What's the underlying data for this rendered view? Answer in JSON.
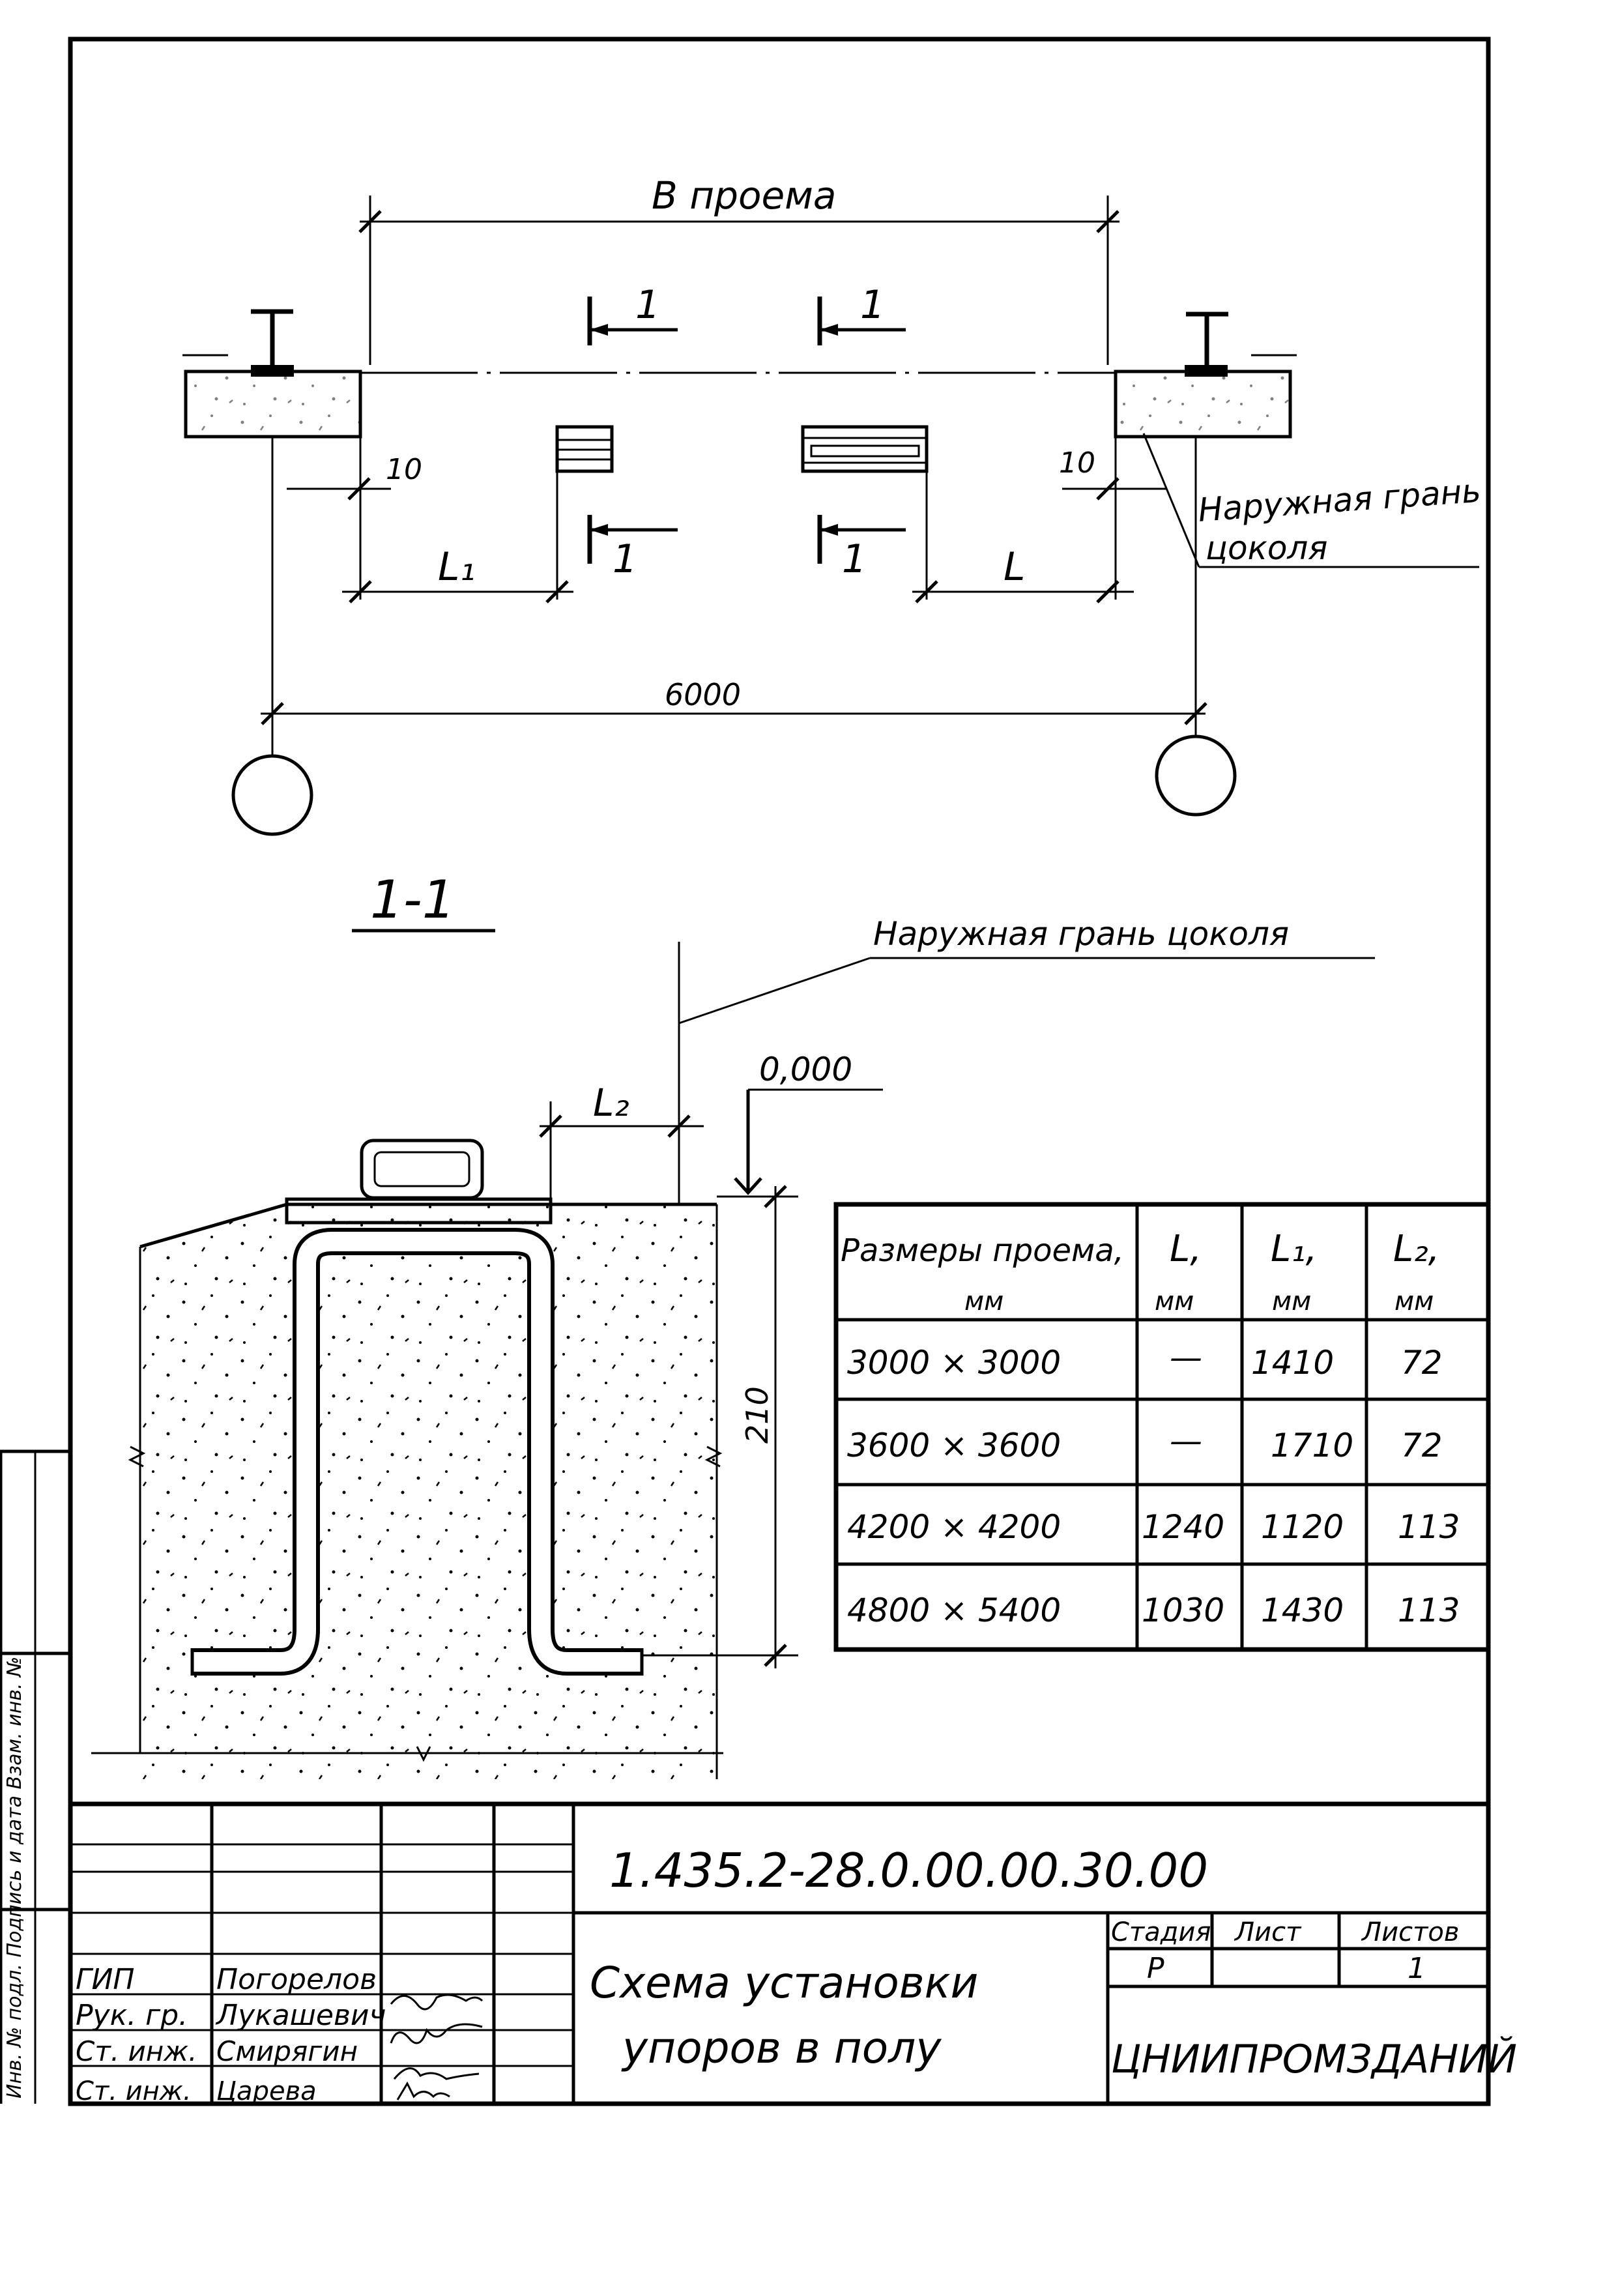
{
  "plan": {
    "width_label": "В проема",
    "section_marks": [
      "1",
      "1",
      "1",
      "1"
    ],
    "gap_left": "10",
    "gap_right": "10",
    "dim_l1": "L₁",
    "dim_l": "L",
    "axis_span": "6000",
    "edge_note_line1": "Наружная грань",
    "edge_note_line2": "цоколя"
  },
  "section": {
    "title": "1-1",
    "edge_note": "Наружная грань цоколя",
    "level": "0,000",
    "dim_l2": "L₂",
    "depth": "210"
  },
  "table": {
    "headers": [
      {
        "line1": "Размеры проема,",
        "line2": "мм"
      },
      {
        "line1": "L,",
        "line2": "мм"
      },
      {
        "line1": "L₁,",
        "line2": "мм"
      },
      {
        "line1": "L₂,",
        "line2": "мм"
      }
    ],
    "rows": [
      [
        "3000 × 3000",
        "—",
        "1410",
        "72"
      ],
      [
        "3600 × 3600",
        "—",
        "1710",
        "72"
      ],
      [
        "4200 × 4200",
        "1240",
        "1120",
        "113"
      ],
      [
        "4800 × 5400",
        "1030",
        "1430",
        "113"
      ]
    ]
  },
  "title_block": {
    "code": "1.435.2-28.0.00.00.30.00",
    "title_line1": "Схема установки",
    "title_line2": "упоров в полу",
    "stage_label": "Стадия",
    "sheet_label": "Лист",
    "sheets_label": "Листов",
    "stage_value": "Р",
    "sheet_value": "",
    "sheets_value": "1",
    "organization": "ЦНИИПРОМЗДАНИЙ",
    "roles": [
      {
        "role": "ГИП",
        "name": "Погорелов"
      },
      {
        "role": "Рук. гр.",
        "name": "Лукашевич"
      },
      {
        "role": "Ст. инж.",
        "name": "Смирягин"
      },
      {
        "role": "Ст. инж.",
        "name": "Царева"
      }
    ]
  },
  "margin_text": "Инв. № подл.   Подпись и дата   Взам. инв. №"
}
